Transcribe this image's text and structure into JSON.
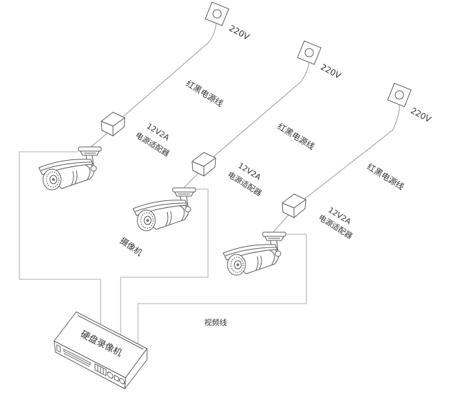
{
  "diagram": {
    "outlets": [
      {
        "label": "220V"
      },
      {
        "label": "220V"
      },
      {
        "label": "220V"
      }
    ],
    "power_cables": [
      {
        "label": "红黑电源线"
      },
      {
        "label": "红黑电源线"
      },
      {
        "label": "红黑电源线"
      }
    ],
    "adapters": [
      {
        "spec": "12V2A",
        "name": "电源适配器"
      },
      {
        "spec": "12V2A",
        "name": "电源适配器"
      },
      {
        "spec": "12V2A",
        "name": "电源适配器"
      }
    ],
    "camera_label": "摄像机",
    "video_cable_label": "视频线",
    "dvr_label": "硬盘录像机"
  },
  "colors": {
    "background": "#ffffff",
    "line_art": "#5a5a5a",
    "power_cable": "#a9a9a9",
    "video_cable": "#c9ccc4",
    "text": "#333333"
  }
}
